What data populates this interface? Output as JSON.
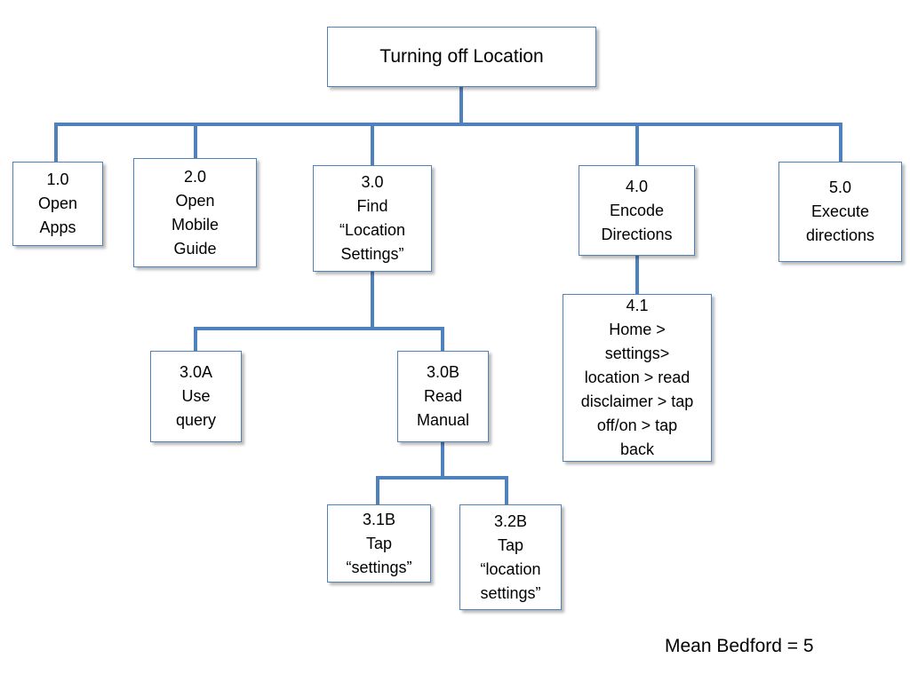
{
  "diagram": {
    "root": {
      "lines": [
        "Turning off Location"
      ]
    },
    "n1": {
      "lines": [
        "1.0",
        "Open",
        "Apps"
      ]
    },
    "n2": {
      "lines": [
        "2.0",
        "Open",
        "Mobile",
        "Guide"
      ]
    },
    "n3": {
      "lines": [
        "3.0",
        "Find",
        "“Location",
        "Settings”"
      ]
    },
    "n4": {
      "lines": [
        "4.0",
        "Encode",
        "Directions"
      ]
    },
    "n5": {
      "lines": [
        "5.0",
        "Execute",
        "directions"
      ]
    },
    "n3a": {
      "lines": [
        "3.0A",
        "Use",
        "query"
      ]
    },
    "n3b": {
      "lines": [
        "3.0B",
        "Read",
        "Manual"
      ]
    },
    "n41": {
      "lines": [
        "4.1",
        "Home >",
        "settings>",
        "location > read",
        "disclaimer > tap",
        "off/on > tap",
        "back"
      ]
    },
    "n31b": {
      "lines": [
        "3.1B",
        "Tap",
        "“settings”"
      ]
    },
    "n32b": {
      "lines": [
        "3.2B",
        "Tap",
        "“location",
        "settings”"
      ]
    }
  },
  "footer": {
    "text": "Mean Bedford = 5"
  },
  "colors": {
    "connector": "#4f81bd",
    "box_border": "#4f81bd"
  }
}
